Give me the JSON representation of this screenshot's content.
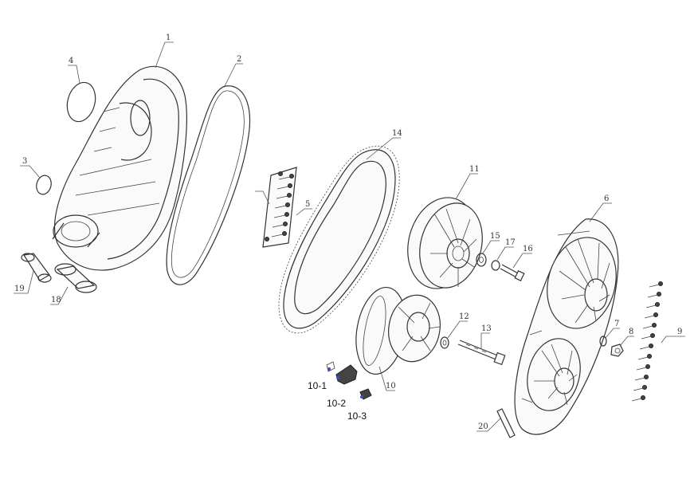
{
  "callouts": {
    "c1": "1",
    "c2": "2",
    "c3": "3",
    "c4": "4",
    "c5": "5",
    "c6": "6",
    "c7": "7",
    "c8": "8",
    "c9": "9",
    "c10": "10",
    "c11": "11",
    "c12": "12",
    "c13": "13",
    "c14": "14",
    "c15": "15",
    "c16": "16",
    "c17": "17",
    "c18": "18",
    "c19": "19",
    "c20": "20",
    "c10_1": "10-1",
    "c10_2": "10-2",
    "c10_3": "10-3"
  },
  "colors": {
    "line": "#333333",
    "accent": "#3a4fc4",
    "background": "#ffffff"
  }
}
